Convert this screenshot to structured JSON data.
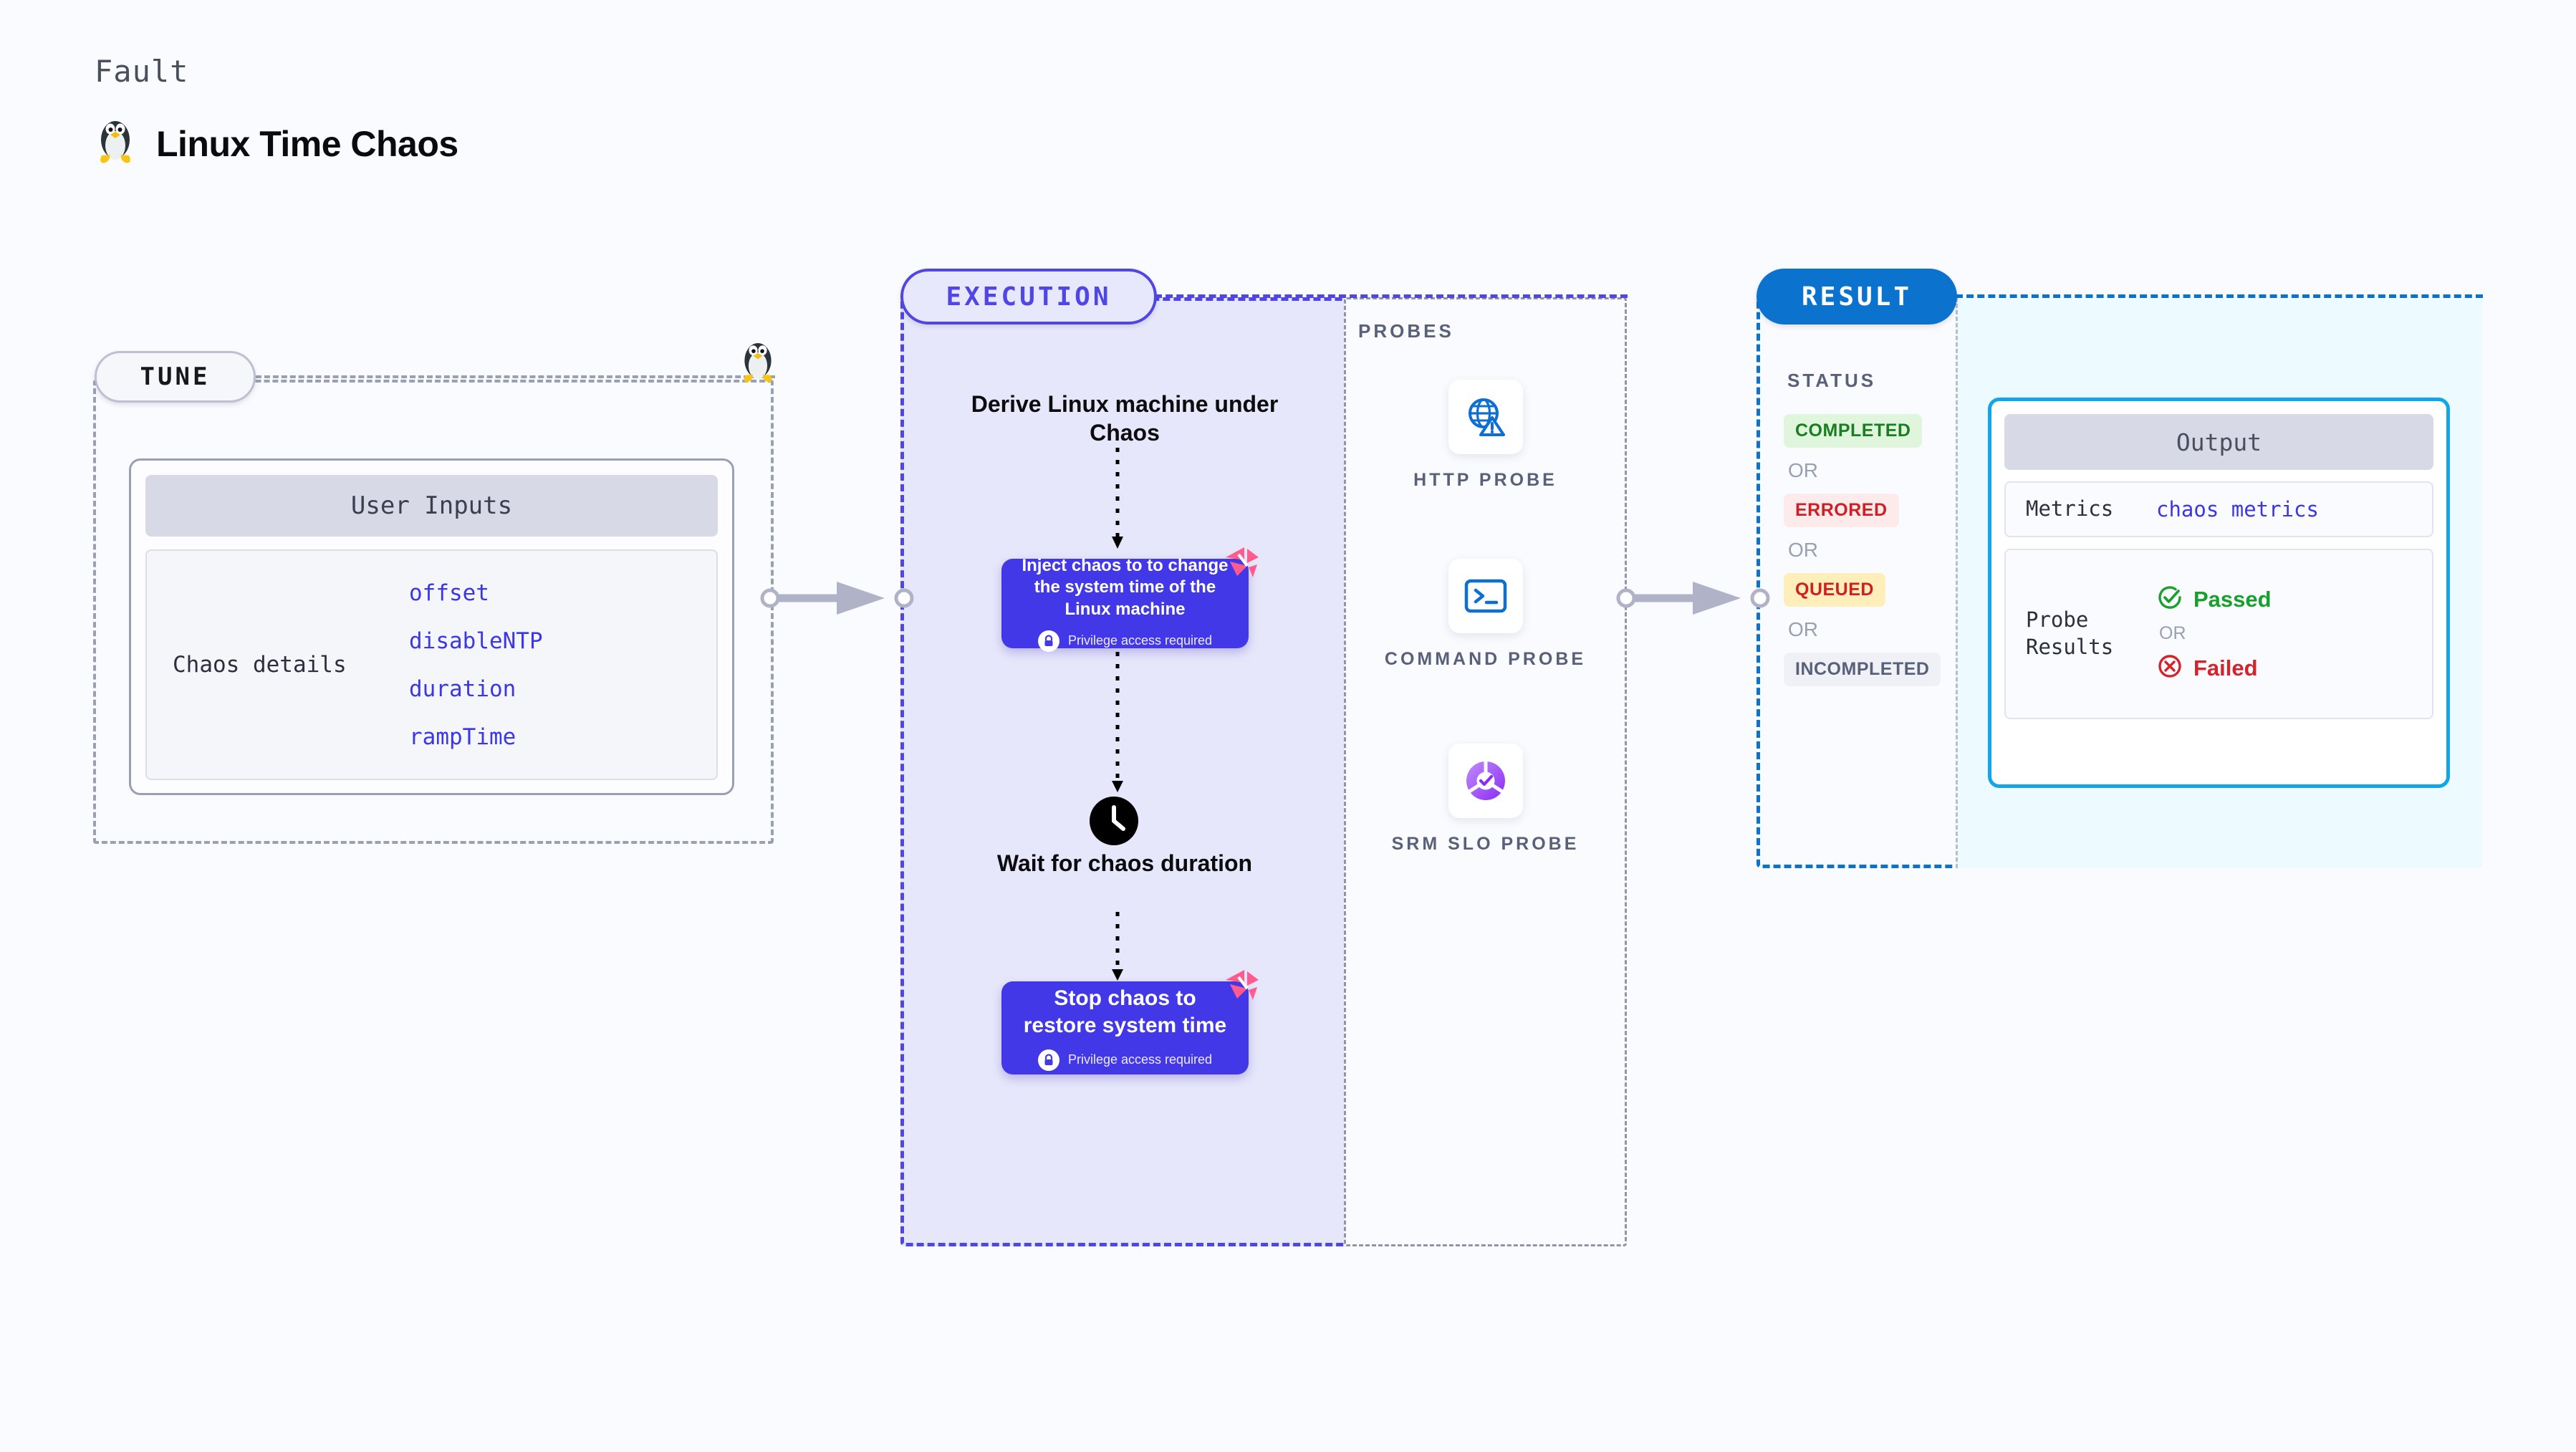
{
  "header": {
    "kicker": "Fault",
    "title": "Linux Time Chaos",
    "icon": "linux-tux-icon"
  },
  "tune": {
    "pill_label": "TUNE",
    "card_title": "User Inputs",
    "detail_key": "Chaos details",
    "detail_values": [
      "offset",
      "disableNTP",
      "duration",
      "rampTime"
    ]
  },
  "execution": {
    "pill_label": "EXECUTION",
    "flow_heading": "Derive Linux machine under Chaos",
    "step_inject": {
      "title": "Inject chaos to to change the system time of the Linux machine",
      "privilege_note": "Privilege access required",
      "badge_icon": "harness-logo-icon",
      "lock_icon": "lock-icon"
    },
    "wait_step": {
      "label": "Wait for chaos duration",
      "icon": "clock-icon"
    },
    "step_stop": {
      "title": "Stop chaos to restore system time",
      "privilege_note": "Privilege access required",
      "badge_icon": "harness-logo-icon",
      "lock_icon": "lock-icon"
    }
  },
  "probes": {
    "title": "PROBES",
    "items": [
      {
        "label": "HTTP PROBE",
        "icon": "globe-warning-icon"
      },
      {
        "label": "COMMAND PROBE",
        "icon": "terminal-icon"
      },
      {
        "label": "SRM SLO PROBE",
        "icon": "slo-donut-check-icon"
      }
    ]
  },
  "result": {
    "pill_label": "RESULT",
    "status_title": "STATUS",
    "or_label": "OR",
    "statuses": [
      {
        "label": "COMPLETED",
        "color": "#1b7d22",
        "bg": "#dff5dc"
      },
      {
        "label": "ERRORED",
        "color": "#cf1f25",
        "bg": "#fdeaea"
      },
      {
        "label": "QUEUED",
        "color": "#cf1f25",
        "bg": "#fdeeba"
      },
      {
        "label": "INCOMPLETED",
        "color": "#59607a",
        "bg": "#f0f1f6"
      }
    ],
    "output": {
      "title": "Output",
      "metrics_key": "Metrics",
      "metrics_value": "chaos metrics",
      "probe_key": "Probe Results",
      "passed_label": "Passed",
      "failed_label": "Failed",
      "or_label": "OR",
      "passed_icon": "check-circle-icon",
      "failed_icon": "x-circle-icon"
    }
  },
  "colors": {
    "page_bg": "#fafbff",
    "execution_accent": "#4f46e5",
    "execution_fill": "#e7e7fb",
    "result_accent": "#0b72ce",
    "output_border": "#12a5e8",
    "output_fill": "#edfaff",
    "card_purple": "#4338e8",
    "harness_pink": "#ff5c8d",
    "connector_gray": "#b0b3c7"
  }
}
